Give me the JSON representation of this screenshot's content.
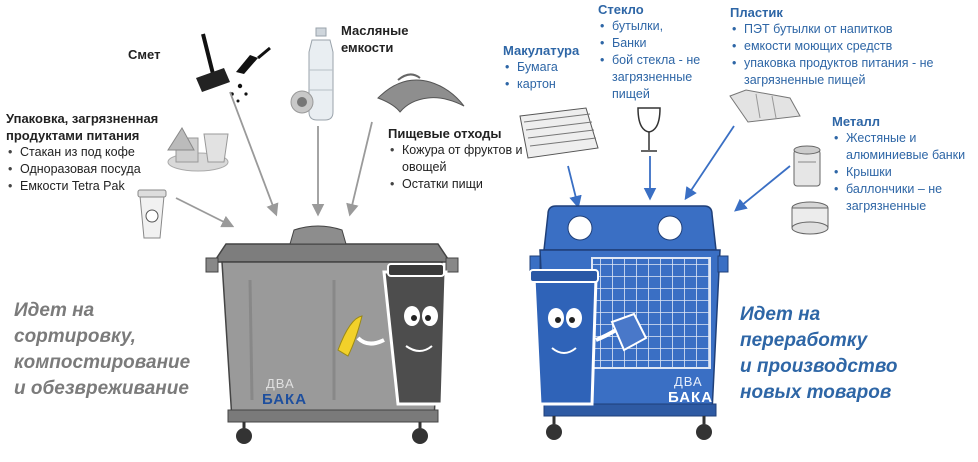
{
  "left": {
    "smet": {
      "title": "Смет"
    },
    "oil": {
      "title_line1": "Масляные",
      "title_line2": "емкости"
    },
    "packaging": {
      "title_line1": "Упаковка, загрязненная",
      "title_line2": "продуктами питания",
      "items": [
        "Стакан из под кофе",
        "Одноразовая посуда",
        "Емкости Tetra Pak"
      ]
    },
    "food": {
      "title": "Пищевые отходы",
      "items": [
        "Кожура от фруктов и овощей",
        "Остатки пищи"
      ]
    },
    "slogan_lines": [
      "Идет на",
      "сортировку,",
      "компостирование",
      "и обезвреживание"
    ]
  },
  "right": {
    "paper": {
      "title": "Макулатура",
      "items": [
        "Бумага",
        "картон"
      ]
    },
    "glass": {
      "title": "Стекло",
      "items": [
        "бутылки,",
        "Банки",
        "бой стекла - не загрязненные пищей"
      ]
    },
    "plastic": {
      "title": "Пластик",
      "items": [
        "ПЭТ бутылки от напитков",
        "емкости моющих средств",
        "упаковка продуктов питания - не загрязненные пищей"
      ]
    },
    "metal": {
      "title": "Металл",
      "items": [
        "Жестяные и алюминиевые банки",
        "Крышки",
        "баллончики – не загрязненные"
      ]
    },
    "slogan_lines": [
      "Идет на",
      "переработку",
      "и производство",
      "новых товаров"
    ]
  },
  "brand": {
    "line1": "ДВА",
    "line2": "БАКА"
  },
  "colors": {
    "accent_blue": "#2e66a6",
    "bin_gray": "#8a8a8a",
    "bin_blue": "#3a6fc4"
  }
}
